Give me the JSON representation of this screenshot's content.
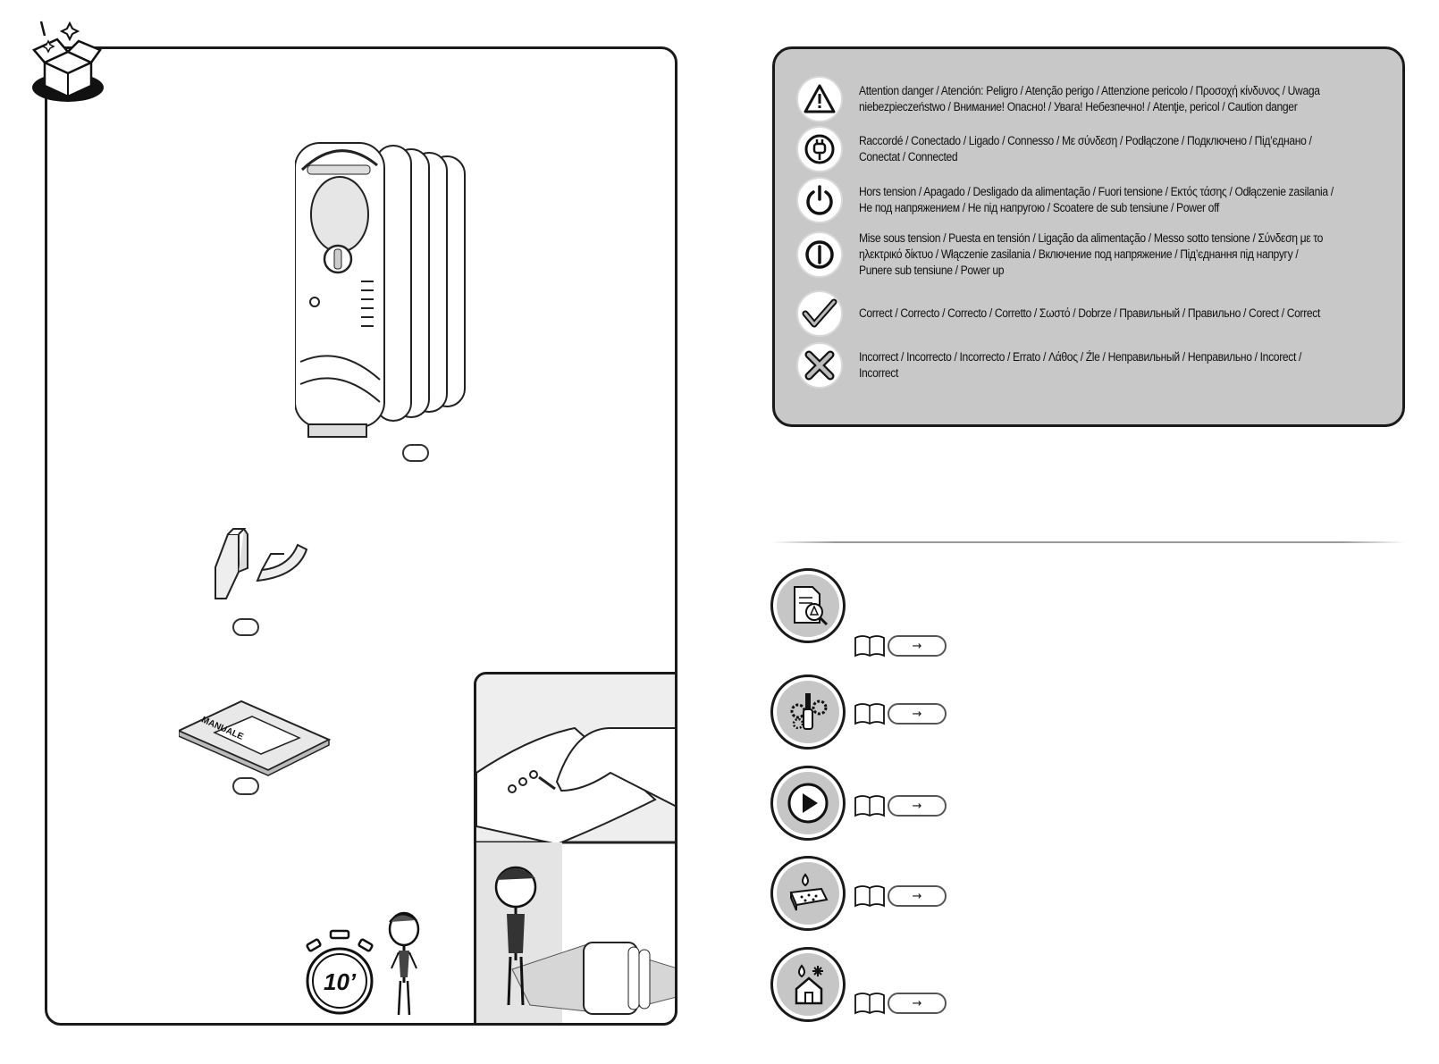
{
  "legend": {
    "items": [
      {
        "icon": "warning-triangle-icon",
        "text": "Attention danger / Atención: Peligro / Atenção perigo / Attenzione pericolo / Προσοχή κίνδυνος / Uwaga niebezpieczeństwo / Внимание! Опасно! / Увага! Небезпечно! / Atenţie, pericol / Caution danger"
      },
      {
        "icon": "plug-connected-icon",
        "text": "Raccordé / Conectado / Ligado / Connesso / Με σύνδεση / Podłączone / Подключено / Під’єднано / Conectat / Connected"
      },
      {
        "icon": "power-off-icon",
        "text": "Hors tension / Apagado / Desligado da alimentação / Fuori tensione / Εκτός τάσης / Odłączenie zasilania / Не под напряжением / Не під напругою / Scoatere de sub tensiune / Power off"
      },
      {
        "icon": "power-on-icon",
        "text": "Mise sous tension / Puesta en tensión / Ligação da alimentação / Messo sotto tensione / Σύνδεση με το ηλεκτρικό δίκτυο / Włączenie zasilania / Включение под напряжение / Під’єднання під напругу / Punere sub tensiune / Power up"
      },
      {
        "icon": "checkmark-icon",
        "text": "Correct / Correcto / Correcto / Corretto / Σωστό / Dobrze / Правильный / Правильно / Corect / Correct"
      },
      {
        "icon": "cross-icon",
        "text": "Incorrect / Incorrecto / Incorrecto / Errato / Λάθος / Źle / Неправильный / Неправильно / Incorect / Incorrect"
      }
    ]
  },
  "left_panel": {
    "manual_cover_text": "MANUALE",
    "timer_text": "10’"
  },
  "sections": [
    {
      "icon": "safety-document-icon",
      "arrow": "→"
    },
    {
      "icon": "assembly-tools-icon",
      "arrow": "→"
    },
    {
      "icon": "play-icon",
      "arrow": "→"
    },
    {
      "icon": "cleaning-sponge-icon",
      "arrow": "→"
    },
    {
      "icon": "storage-house-icon",
      "arrow": "→"
    }
  ]
}
